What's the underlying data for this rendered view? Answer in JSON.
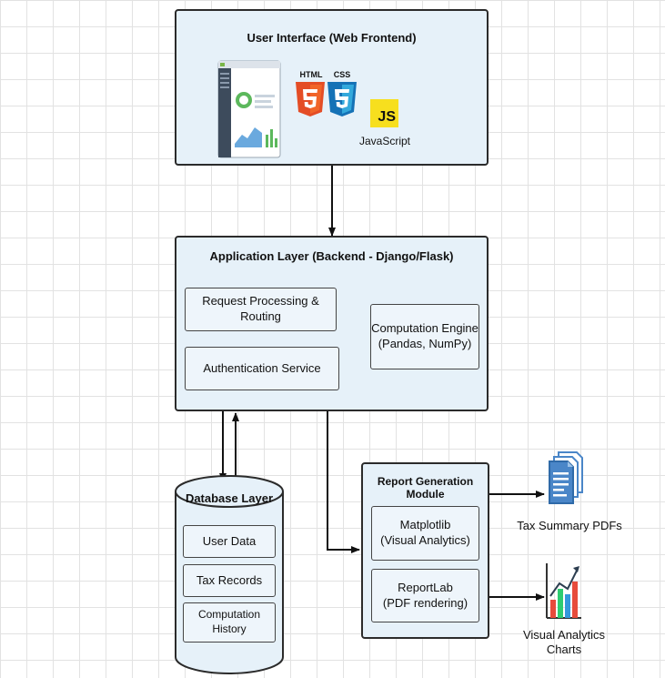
{
  "ui": {
    "title": "User Interface (Web Frontend)",
    "html_label": "HTML",
    "css_label": "CSS",
    "js_badge": "JS",
    "js_label": "JavaScript"
  },
  "app": {
    "title": "Application Layer (Backend - Django/Flask)",
    "routing": "Request Processing & Routing",
    "auth": "Authentication Service",
    "engine_line1": "Computation Engine",
    "engine_line2": "(Pandas, NumPy)"
  },
  "db": {
    "title": "Database Layer",
    "items": [
      "User Data",
      "Tax Records",
      "Computation History"
    ]
  },
  "report": {
    "title": "Report Generation Module",
    "matplotlib_line1": "Matplotlib",
    "matplotlib_line2": "(Visual Analytics)",
    "reportlab_line1": "ReportLab",
    "reportlab_line2": "(PDF rendering)"
  },
  "outputs": {
    "pdfs": "Tax Summary PDFs",
    "charts_line1": "Visual Analytics",
    "charts_line2": "Charts"
  },
  "colors": {
    "box_fill": "#e6f1f9",
    "html_orange": "#e44d26",
    "css_blue": "#1572b6",
    "js_yellow": "#f7df1e",
    "doc_blue": "#4a86c8",
    "bar_red": "#e74c3c",
    "bar_green": "#2ecc71",
    "bar_blue": "#3498db"
  },
  "icons": [
    "dashboard-mockup-icon",
    "html5-icon",
    "css3-icon",
    "javascript-icon",
    "pdf-documents-icon",
    "analytics-chart-icon"
  ]
}
